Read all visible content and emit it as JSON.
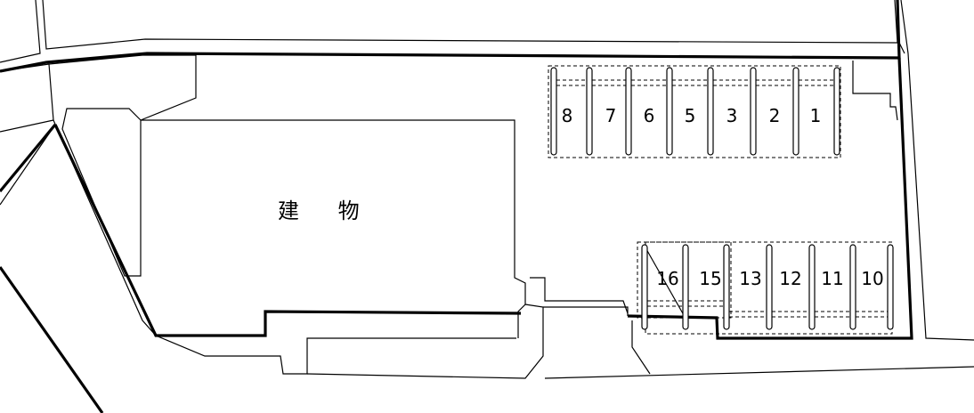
{
  "building": {
    "label": "建 物"
  },
  "parking": {
    "top_row": [
      "8",
      "7",
      "6",
      "5",
      "3",
      "2",
      "1"
    ],
    "bottom_row": [
      "16",
      "15",
      "13",
      "12",
      "11",
      "10"
    ]
  }
}
